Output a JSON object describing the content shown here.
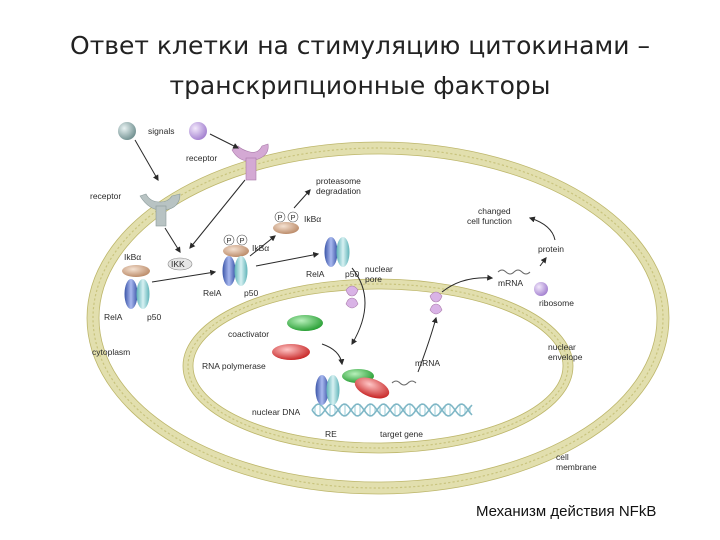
{
  "title": {
    "line1": "Ответ клетки на стимуляцию цитокинами –",
    "line2": "транскрипционные факторы"
  },
  "caption": "Механизм действия NFkB",
  "labels": {
    "signals": "signals",
    "receptor_top": "receptor",
    "receptor_left": "receptor",
    "proteasome": "proteasome\ndegradation",
    "ikba_left": "IkBα",
    "ikk": "IKK",
    "ikba_mid": "IkBα",
    "ikba_top": "IkBα",
    "rela_left": "RelA",
    "p50_left": "p50",
    "rela_mid": "RelA",
    "p50_mid": "p50",
    "rela_right": "RelA",
    "p50_right": "p50",
    "nuclear_pore": "nuclear\npore",
    "changed_function": "changed\ncell function",
    "protein": "protein",
    "mrna_cyto": "mRNA",
    "ribosome": "ribosome",
    "cytoplasm": "cytoplasm",
    "coactivator": "coactivator",
    "rna_polymerase": "RNA polymerase",
    "mrna_nuc": "mRNA",
    "nuclear_envelope": "nuclear\nenvelope",
    "nuclear_dna": "nuclear DNA",
    "re": "RE",
    "target_gene": "target gene",
    "cell_membrane": "cell\nmembrane",
    "p": "P"
  },
  "colors": {
    "membrane": "#d8d49a",
    "membrane_inner": "#f4f1d2",
    "rela": "#6d86c9",
    "p50": "#8fd0d4",
    "ikba": "#e0b89a",
    "receptor_left": "#b9c4c4",
    "receptor_top": "#d8b4d8",
    "signal_gray": "#9fb3b3",
    "signal_purple": "#c9a9e0",
    "coactivator": "#3fb84a",
    "polymerase": "#e04444",
    "dna": "#9ad4e0"
  }
}
